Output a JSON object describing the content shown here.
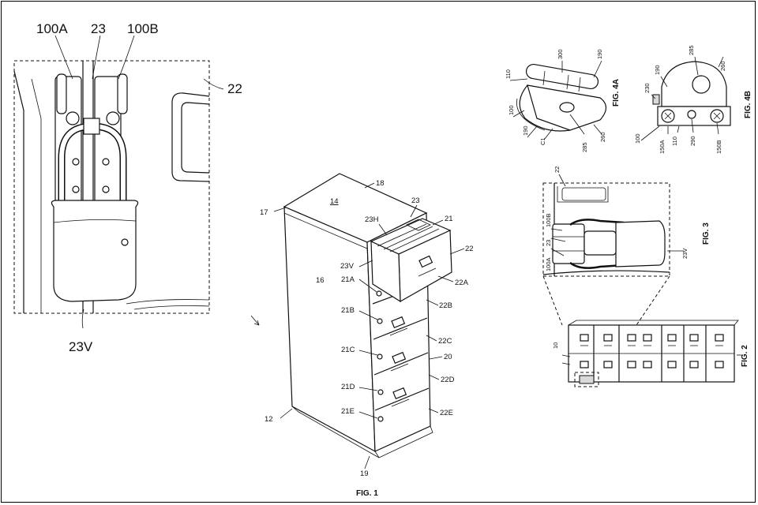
{
  "figures": {
    "fig1": "FIG. 1",
    "fig2": "FIG. 2",
    "fig3": "FIG. 3",
    "fig4a": "FIG. 4A",
    "fig4b": "FIG. 4B"
  },
  "detail_labels": {
    "l100A": "100A",
    "l23": "23",
    "l100B": "100B",
    "l22": "22",
    "l23V": "23V"
  },
  "cabinet_labels": {
    "l18": "18",
    "l14": "14",
    "l17": "17",
    "l23": "23",
    "l21": "21",
    "l23H": "23H",
    "l22": "22",
    "l23V": "23V",
    "l16": "16",
    "l21A": "21A",
    "l22A": "22A",
    "l22B": "22B",
    "l21B": "21B",
    "l22C": "22C",
    "l21C": "21C",
    "l20": "20",
    "l22D": "22D",
    "l21D": "21D",
    "l21E": "21E",
    "l22E": "22E",
    "l12": "12",
    "l19": "19"
  },
  "fig4a_labels": {
    "l110": "110",
    "l300": "300",
    "l190a": "190",
    "l100": "100",
    "l190b": "190",
    "lC1": "C1",
    "l285": "285",
    "l260": "260"
  },
  "fig4b_labels": {
    "l285": "285",
    "l260": "260",
    "l190": "190",
    "l230": "230",
    "l100": "100",
    "l150A": "150A",
    "l110": "110",
    "l290": "290",
    "l150B": "150B"
  },
  "fig3_labels": {
    "l22": "22",
    "l100B": "100B",
    "l23": "23",
    "l100A": "100A",
    "l23V": "23V"
  },
  "fig2_labels": {
    "l10": "10"
  }
}
